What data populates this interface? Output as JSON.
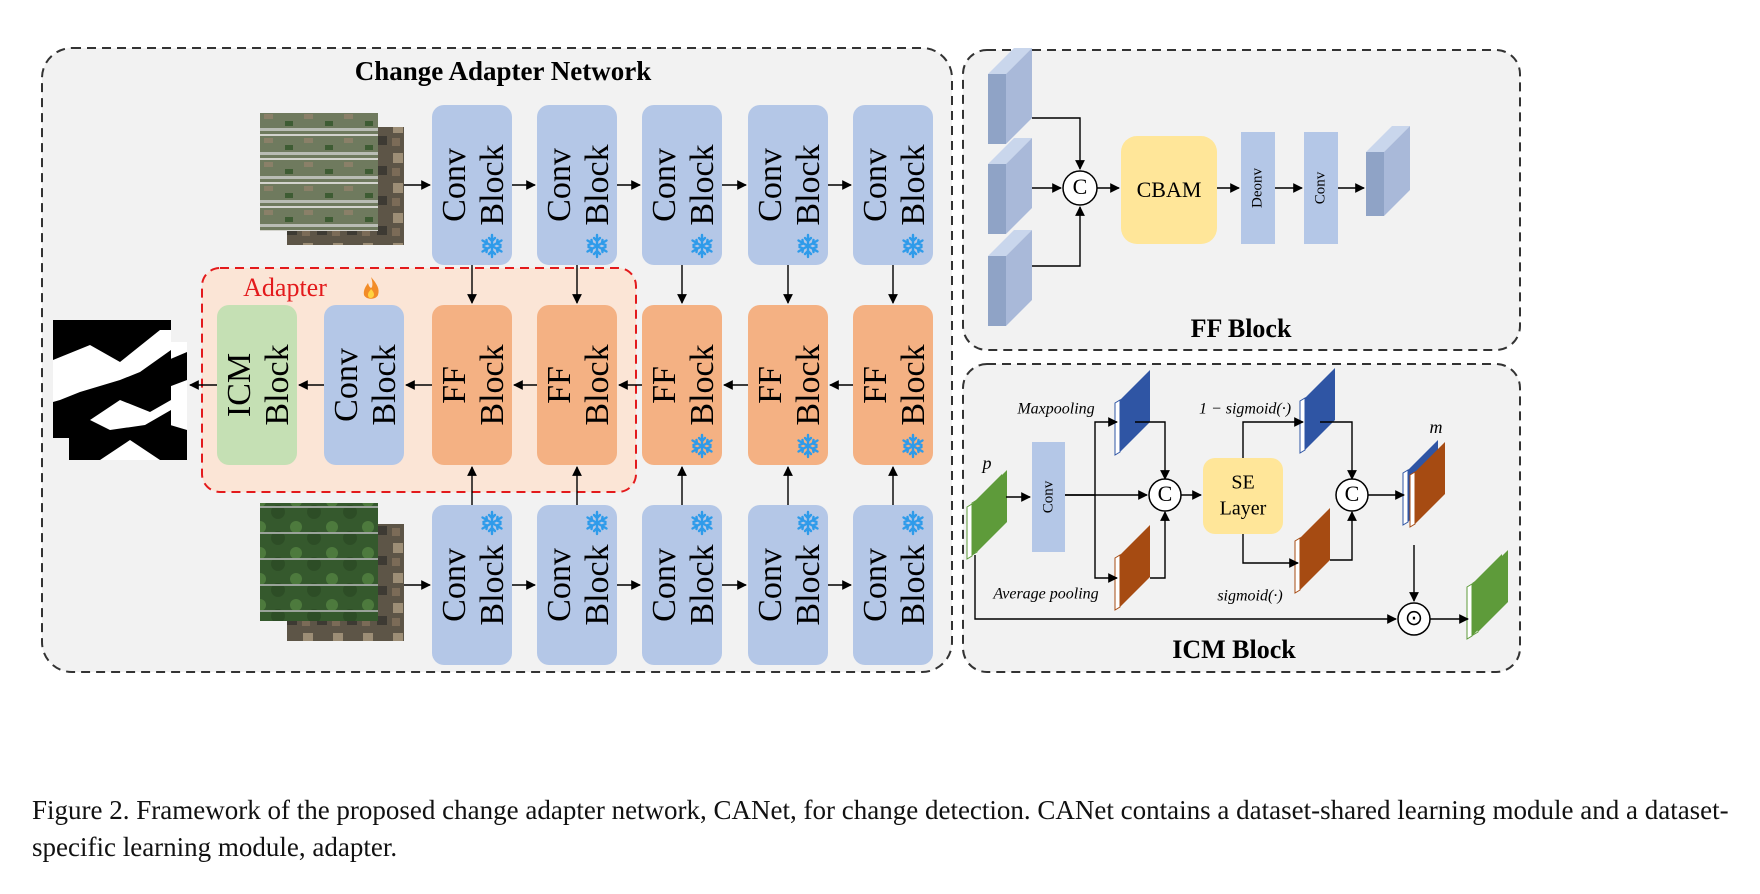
{
  "main_panel": {
    "title": "Change Adapter Network"
  },
  "adapter": {
    "label": "Adapter"
  },
  "blocks": {
    "conv": {
      "line1": "Conv",
      "line2": "Block"
    },
    "ff": {
      "line1": "FF",
      "line2": "Block"
    },
    "icm": {
      "line1": "ICM",
      "line2": "Block"
    }
  },
  "ff_panel": {
    "title": "FF Block",
    "cbam": "CBAM",
    "deconv": "Deonv",
    "conv": "Conv",
    "concat": "C"
  },
  "icm_panel": {
    "title": "ICM Block",
    "p_label": "p",
    "m_label": "m",
    "maxpool": "Maxpooling",
    "avgpool": "Average pooling",
    "one_minus_sigmoid": "1 − sigmoid(·)",
    "sigmoid": "sigmoid(·)",
    "conv": "Conv",
    "se_line1": "SE",
    "se_line2": "Layer",
    "concat": "C",
    "dot": "⊙"
  },
  "caption": {
    "text": "Figure 2.  Framework of the proposed change adapter network, CANet, for change detection.  CANet contains a dataset-shared learning module and a dataset-specific learning module, adapter."
  },
  "colors": {
    "conv_block": "#b4c7e7",
    "ff_block": "#f4b183",
    "icm_block": "#c5e0b4",
    "cbam": "#ffe699",
    "adapter_fill": "#fbe5d6",
    "adapter_border": "#e31a1c",
    "panel_fill": "#f2f2f2",
    "snowflake": "#2e9bea",
    "blue_feature": "#2f55a4",
    "orange_feature": "#a64b12",
    "green_feature": "#5e9b3a"
  }
}
